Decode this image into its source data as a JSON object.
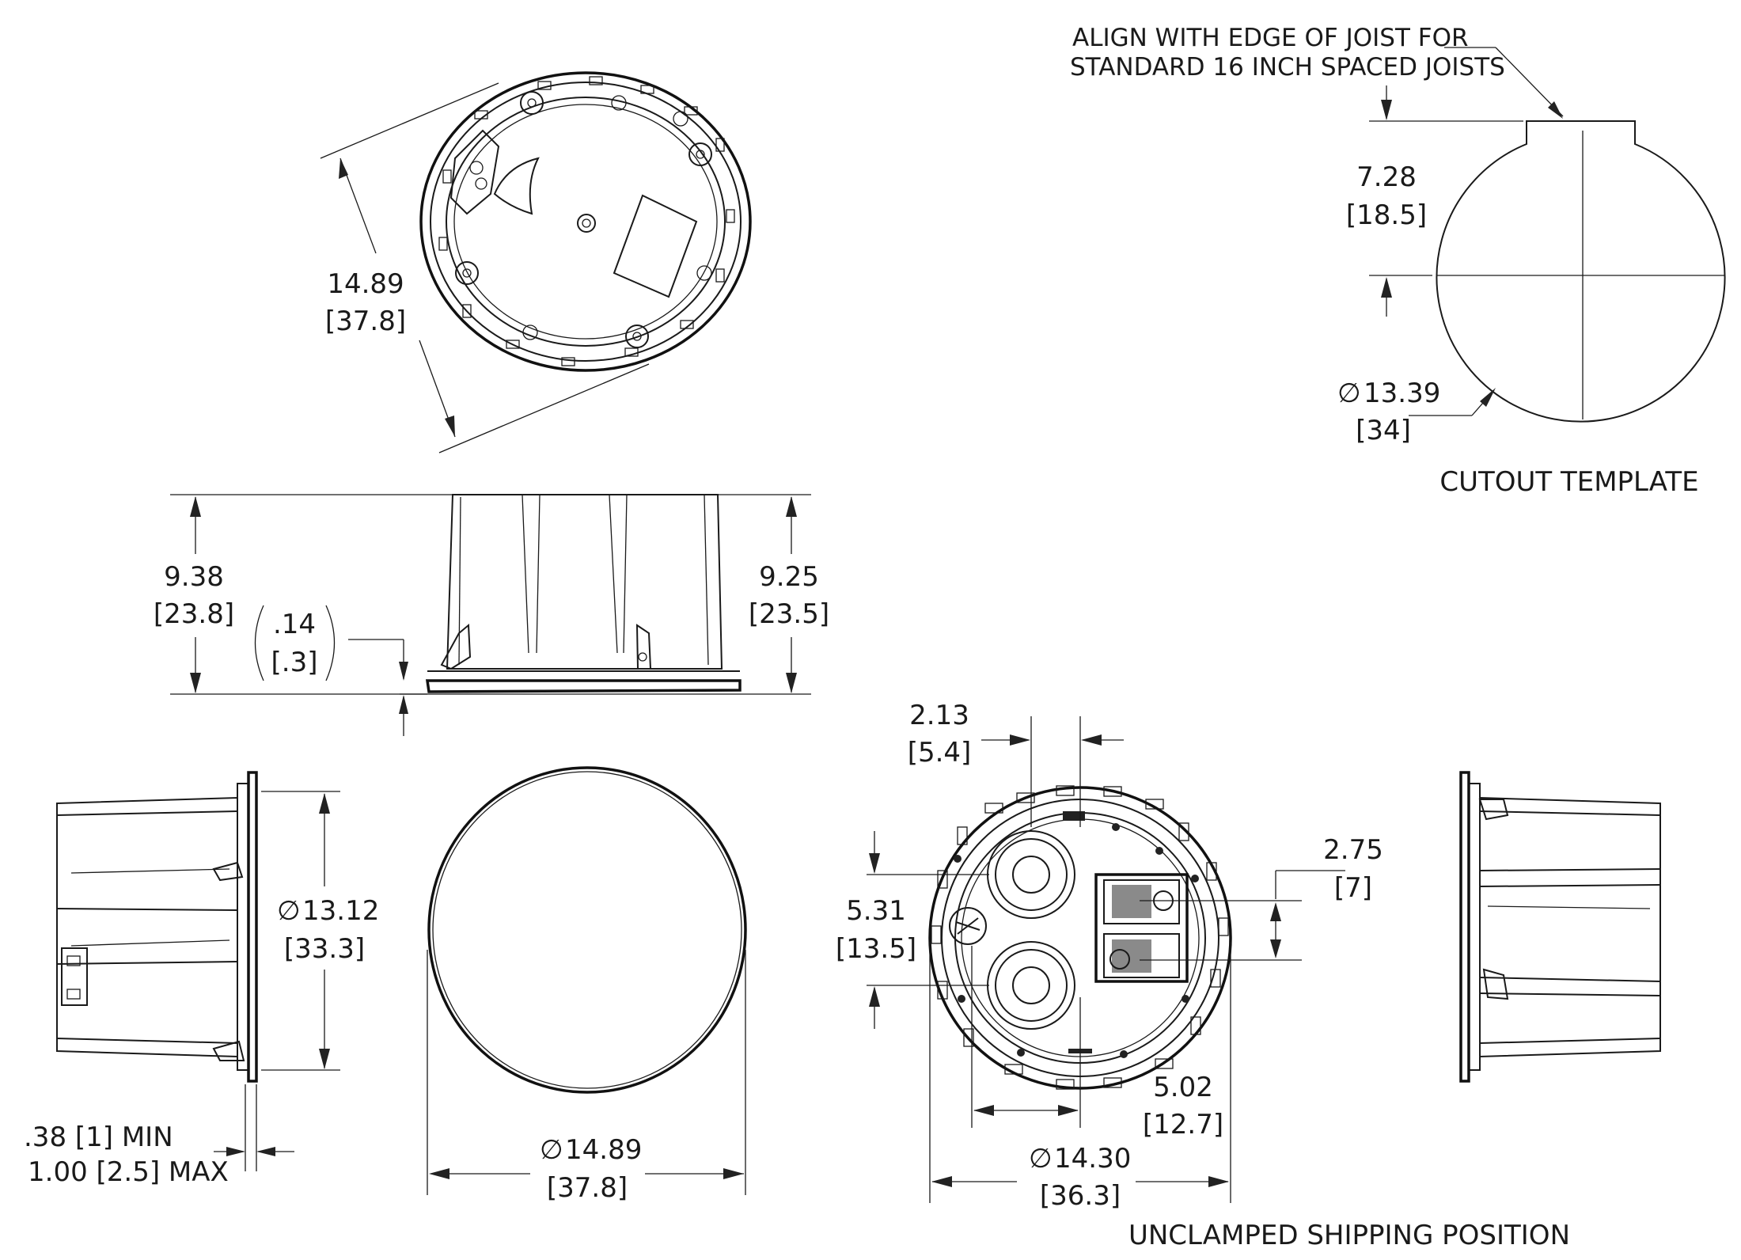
{
  "dims": {
    "top_view_diameter": {
      "value": "14.89",
      "metric": "[37.8]"
    },
    "side_height": {
      "value": "9.38",
      "metric": "[23.8]"
    },
    "flange_thickness": {
      "value": ".14",
      "metric": "[.3]"
    },
    "body_height": {
      "value": "9.25",
      "metric": "[23.5]"
    },
    "side_body_diameter": {
      "value": "13.12",
      "metric": "[33.3]"
    },
    "clamp_range": {
      "min": ".38 [1] MIN",
      "max": "1.00 [2.5] MAX"
    },
    "grille_diameter": {
      "value": "14.89",
      "metric": "[37.8]"
    },
    "woofer_spacing": {
      "value": "2.13",
      "metric": "[5.4]"
    },
    "woofer_vertical": {
      "value": "5.31",
      "metric": "[13.5]"
    },
    "tweeter_offset": {
      "value": "2.75",
      "metric": "[7]"
    },
    "baffle_offset": {
      "value": "5.02",
      "metric": "[12.7]"
    },
    "front_diameter": {
      "value": "14.30",
      "metric": "[36.3]"
    },
    "cutout_height": {
      "value": "7.28",
      "metric": "[18.5]"
    },
    "cutout_diameter": {
      "value": "13.39",
      "metric": "[34]"
    }
  },
  "notes": {
    "joist_line1": "ALIGN  WITH EDGE OF JOIST FOR",
    "joist_line2": "STANDARD 16 INCH  SPACED JOISTS",
    "cutout_title": "CUTOUT TEMPLATE",
    "shipping_title": "UNCLAMPED SHIPPING POSITION"
  },
  "symbols": {
    "diameter": "∅"
  }
}
